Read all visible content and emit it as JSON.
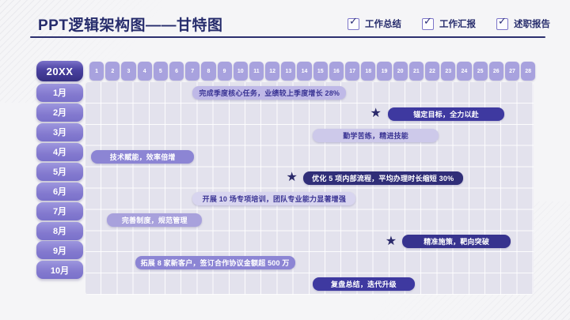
{
  "slide": {
    "title": "PPT逻辑架构图——甘特图",
    "legend": [
      {
        "label": "工作总结",
        "checked": true,
        "icon": "checkbox-checked-icon"
      },
      {
        "label": "工作汇报",
        "checked": true,
        "icon": "checkbox-checked-icon"
      },
      {
        "label": "述职报告",
        "checked": true,
        "icon": "checkbox-checked-icon"
      }
    ]
  },
  "palette": {
    "title_color": "#262c6c",
    "divider_color": "#2b2f6e",
    "star_color": "#2b2a6b",
    "checkbox_border": "#7d76c9",
    "grid_bg": "#e3e2ed",
    "day_cell_bg": "#a8a2de",
    "month_badge": "#8379cf",
    "year_badge": "#413a92",
    "tones": {
      "light": {
        "bg": "#bfb9e7",
        "fg": "#3a3494"
      },
      "lighter": {
        "bg": "#cdc9ea",
        "fg": "#3a3494"
      },
      "lightest": {
        "bg": "#d8d5ef",
        "fg": "#3a3494"
      },
      "medlight": {
        "bg": "#a8a1dc",
        "fg": "#ffffff"
      },
      "medium": {
        "bg": "#8c85d4",
        "fg": "#ffffff"
      },
      "dark": {
        "bg": "#3e39a0",
        "fg": "#ffffff"
      },
      "dark2": {
        "bg": "#37338e",
        "fg": "#ffffff"
      },
      "darkest": {
        "bg": "#302e78",
        "fg": "#ffffff"
      }
    }
  },
  "gantt": {
    "year_label": "20XX",
    "days": [
      1,
      2,
      3,
      4,
      5,
      6,
      7,
      8,
      9,
      10,
      11,
      12,
      13,
      14,
      15,
      16,
      17,
      18,
      19,
      20,
      21,
      22,
      23,
      24,
      25,
      26,
      27,
      28
    ],
    "rows": [
      {
        "month": "1月",
        "bar": {
          "label": "完成季度核心任务，业绩较上季度增长 28%",
          "start": 6.7,
          "end": 16.3,
          "tone": "light"
        }
      },
      {
        "month": "2月",
        "bar": {
          "label": "锚定目标，全力以赴",
          "start": 18.9,
          "end": 26.2,
          "tone": "dark"
        },
        "star": {
          "at": 17.8
        }
      },
      {
        "month": "3月",
        "bar": {
          "label": "勤学苦练，精进技能",
          "start": 14.2,
          "end": 22.1,
          "tone": "lighter"
        }
      },
      {
        "month": "4月",
        "bar": {
          "label": "技术赋能，效率倍增",
          "start": 0.35,
          "end": 6.8,
          "tone": "medium"
        }
      },
      {
        "month": "5月",
        "bar": {
          "label": "优化 5 项内部流程，平均办理时长缩短 30%",
          "start": 13.6,
          "end": 23.6,
          "tone": "darkest"
        },
        "star": {
          "at": 12.55
        }
      },
      {
        "month": "6月",
        "bar": {
          "label": "开展 10 场专项培训，团队专业能力显著增强",
          "start": 6.7,
          "end": 16.9,
          "tone": "lightest"
        }
      },
      {
        "month": "7月",
        "bar": {
          "label": "完善制度，规范管理",
          "start": 1.34,
          "end": 7.3,
          "tone": "medlight"
        }
      },
      {
        "month": "8月",
        "bar": {
          "label": "精准施策，靶向突破",
          "start": 19.8,
          "end": 26.6,
          "tone": "dark2"
        },
        "star": {
          "at": 18.75
        }
      },
      {
        "month": "9月",
        "bar": {
          "label": "拓展 8 家新客户，签订合作协议金额超 500 万",
          "start": 3.1,
          "end": 13.1,
          "tone": "medium"
        }
      },
      {
        "month": "10月",
        "bar": {
          "label": "复盘总结，迭代升级",
          "start": 14.2,
          "end": 20.6,
          "tone": "dark"
        }
      }
    ]
  }
}
